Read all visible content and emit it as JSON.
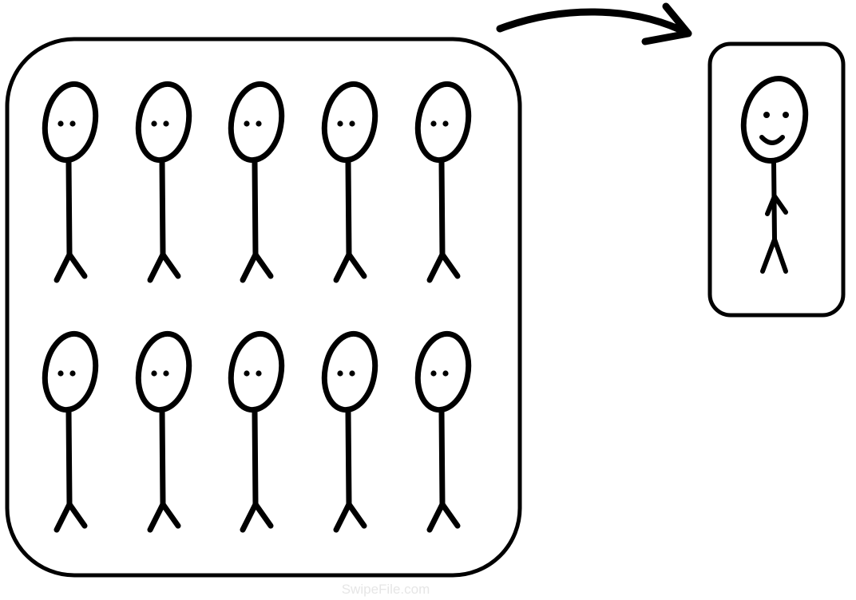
{
  "diagram": {
    "group": {
      "rows": 2,
      "columns": 5,
      "figure_expression": "neutral"
    },
    "individual": {
      "count": 1,
      "figure_expression": "smiling"
    },
    "arrow_direction": "group-to-individual",
    "colors": {
      "stroke": "#000000",
      "background": "#ffffff",
      "watermark": "#e6e6e6"
    }
  },
  "watermark": {
    "text": "SwipeFile.com"
  }
}
